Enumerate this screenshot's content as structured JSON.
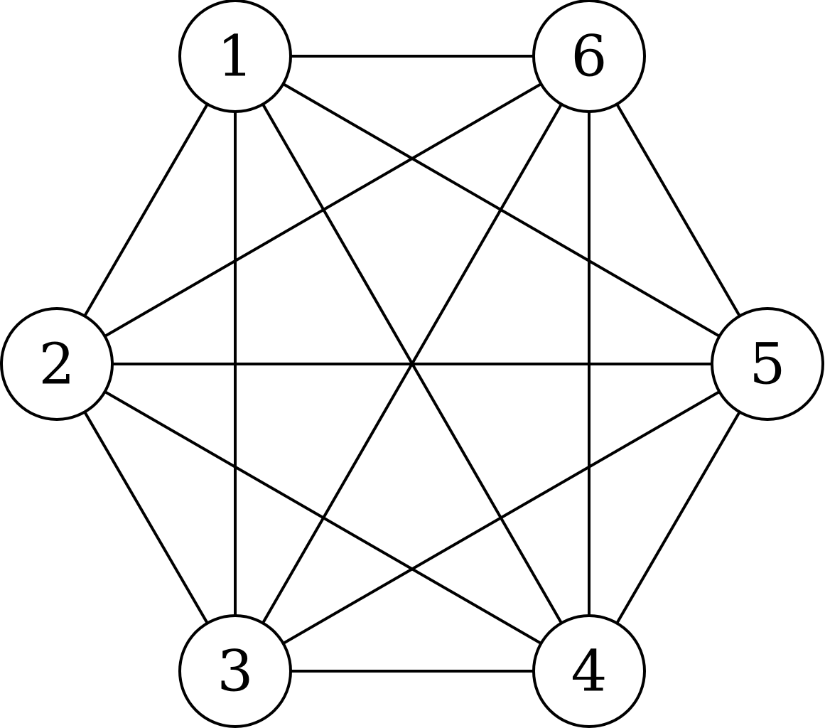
{
  "graph": {
    "nodes": [
      {
        "id": "1",
        "label": "1"
      },
      {
        "id": "2",
        "label": "2"
      },
      {
        "id": "3",
        "label": "3"
      },
      {
        "id": "4",
        "label": "4"
      },
      {
        "id": "5",
        "label": "5"
      },
      {
        "id": "6",
        "label": "6"
      }
    ],
    "edges": [
      [
        "1",
        "2"
      ],
      [
        "1",
        "3"
      ],
      [
        "1",
        "4"
      ],
      [
        "1",
        "5"
      ],
      [
        "1",
        "6"
      ],
      [
        "2",
        "3"
      ],
      [
        "2",
        "4"
      ],
      [
        "2",
        "5"
      ],
      [
        "2",
        "6"
      ],
      [
        "3",
        "4"
      ],
      [
        "3",
        "5"
      ],
      [
        "3",
        "6"
      ],
      [
        "4",
        "5"
      ],
      [
        "4",
        "6"
      ],
      [
        "5",
        "6"
      ]
    ],
    "colors": {
      "stroke": "#000000",
      "fill": "#ffffff"
    }
  }
}
